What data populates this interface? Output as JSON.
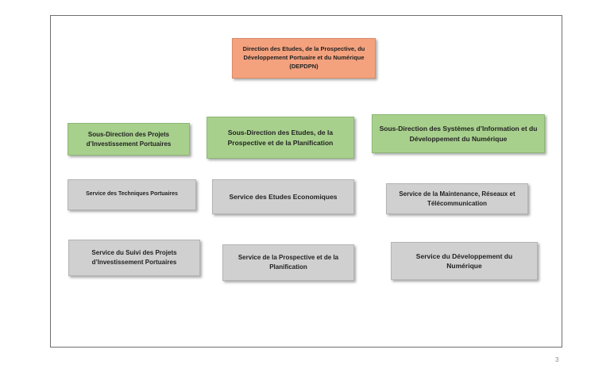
{
  "diagram": {
    "top": "Direction des Etudes, de la Prospective, du Développement Portuaire et du Numérique (DEPDPN)",
    "subdirections": [
      "Sous-Direction des Projets d’Investissement Portuaires",
      "Sous-Direction des Etudes, de la Prospective et de la Planification",
      "Sous-Direction des Systèmes d’Information et du Développement du Numérique"
    ],
    "services_row1": [
      "Service des Techniques Portuaires",
      "Service des Etudes Economiques",
      "Service de la Maintenance, Réseaux et Télécommunication"
    ],
    "services_row2": [
      "Service du Suivi des Projets d’Investissement Portuaires",
      "Service de la Prospective et de la Planification",
      "Service du Développement du Numérique"
    ]
  },
  "colors": {
    "direction": "#f4a27e",
    "subdirection": "#a8d08d",
    "service": "#d0d0d0"
  },
  "page_number": "3"
}
